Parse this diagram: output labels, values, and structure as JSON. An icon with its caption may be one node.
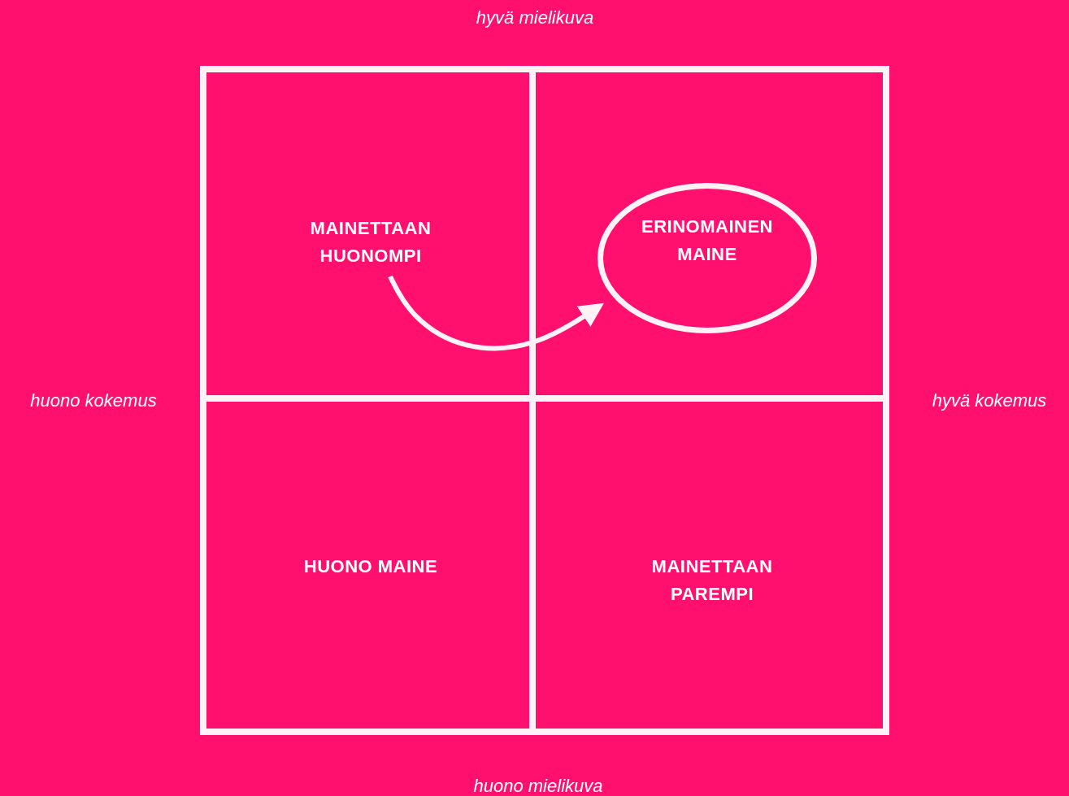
{
  "diagram": {
    "nodes": [
      {
        "text": [
          "MAINETTAAN HUONOMPI"
        ]
      },
      {
        "text": [],
        "shape": "box"
      },
      {
        "text": [
          "ERINOMAINEN MAINE"
        ],
        "in": 1
      },
      {
        "text": [
          "HUONO MAINE"
        ]
      },
      {
        "text": [
          "MAINETTAAN PAREMPI"
        ]
      }
    ],
    "edges": [
      {
        "from": 0,
        "to": 2,
        "arrow": "to"
      }
    ],
    "labels": [
      "hyvä mielikuva",
      "huono kokemus",
      "hyvä kokemus",
      "huono mielikuva"
    ]
  }
}
